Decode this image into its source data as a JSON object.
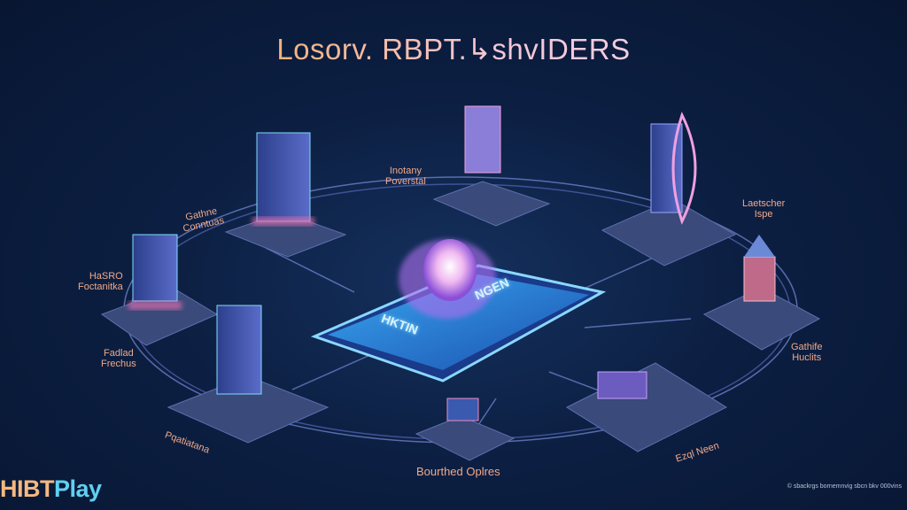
{
  "title": "Losorv. RBPT.↳shvIDERS",
  "logo": {
    "part1": "HIBT",
    "part2": "Play"
  },
  "footer_text": "© sbackrgs bornemnvig sbcn bkv 000vins",
  "center_device": {
    "label_top": "NGEN",
    "label_bottom": "HKTIN"
  },
  "nodes": [
    {
      "label_line1": "Gathne",
      "label_line2": "Conntuas"
    },
    {
      "label_line1": "HaSRO",
      "label_line2": "Foctanitka"
    },
    {
      "label_line1": "Fadlad",
      "label_line2": "Frechus"
    },
    {
      "label_line1": "Pqatiatana",
      "label_line2": ""
    },
    {
      "label_line1": "Bourthed Oplres",
      "label_line2": ""
    },
    {
      "label_line1": "Ezql Neen",
      "label_line2": ""
    },
    {
      "label_line1": "Gathife",
      "label_line2": "Huclits"
    },
    {
      "label_line1": "Laetscher",
      "label_line2": "Ispe"
    },
    {
      "label_line1": "Inotany",
      "label_line2": "Poverstal"
    }
  ],
  "colors": {
    "background": "#0c1f42",
    "accent_cyan": "#5fd0f0",
    "accent_pink": "#f08ac0",
    "label": "#f0a98a"
  }
}
